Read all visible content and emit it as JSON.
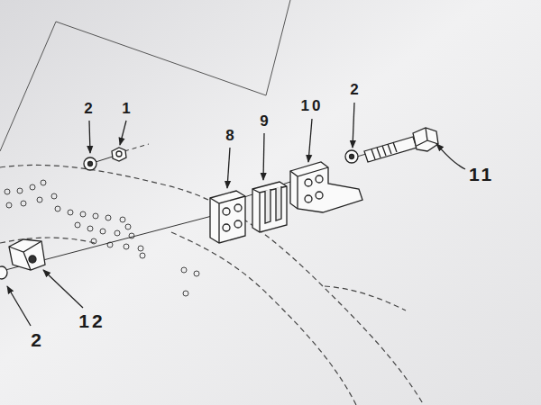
{
  "diagram": {
    "labels": [
      "2",
      "1",
      "8",
      "9",
      "10",
      "2",
      "11",
      "2",
      "12"
    ]
  }
}
